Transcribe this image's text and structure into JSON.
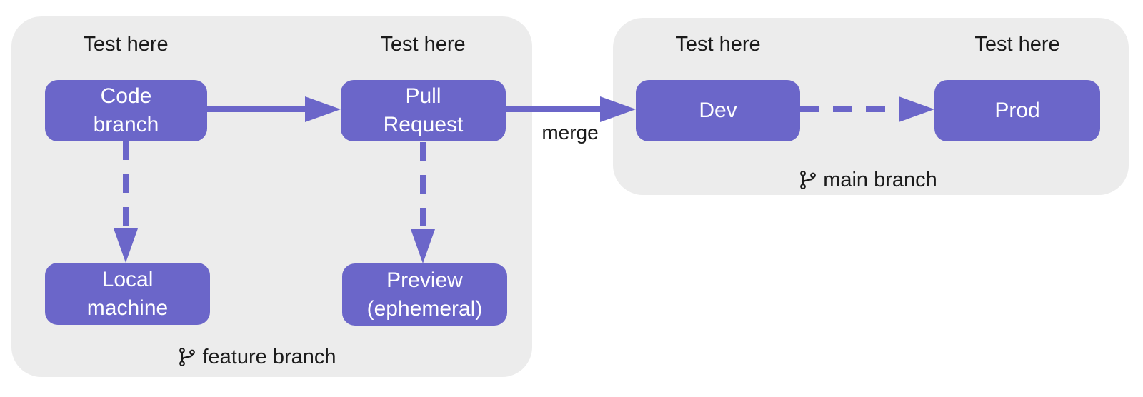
{
  "diagram": {
    "test_labels": {
      "t1": "Test here",
      "t2": "Test here",
      "t3": "Test here",
      "t4": "Test here"
    },
    "nodes": {
      "code_branch": "Code\nbranch",
      "pull_request": "Pull\nRequest",
      "dev": "Dev",
      "prod": "Prod",
      "local_machine": "Local\nmachine",
      "preview": "Preview\n(ephemeral)"
    },
    "edge_labels": {
      "merge": "merge"
    },
    "groups": {
      "feature": {
        "branch_label": "feature branch",
        "icon": "git-branch-icon"
      },
      "main": {
        "branch_label": "main branch",
        "icon": "git-branch-icon"
      }
    },
    "colors": {
      "node_fill": "#6b66c9",
      "arrow": "#6b66c9",
      "group_fill": "#ececec",
      "node_text": "#ffffff",
      "label_text": "#1b1b1b"
    }
  }
}
